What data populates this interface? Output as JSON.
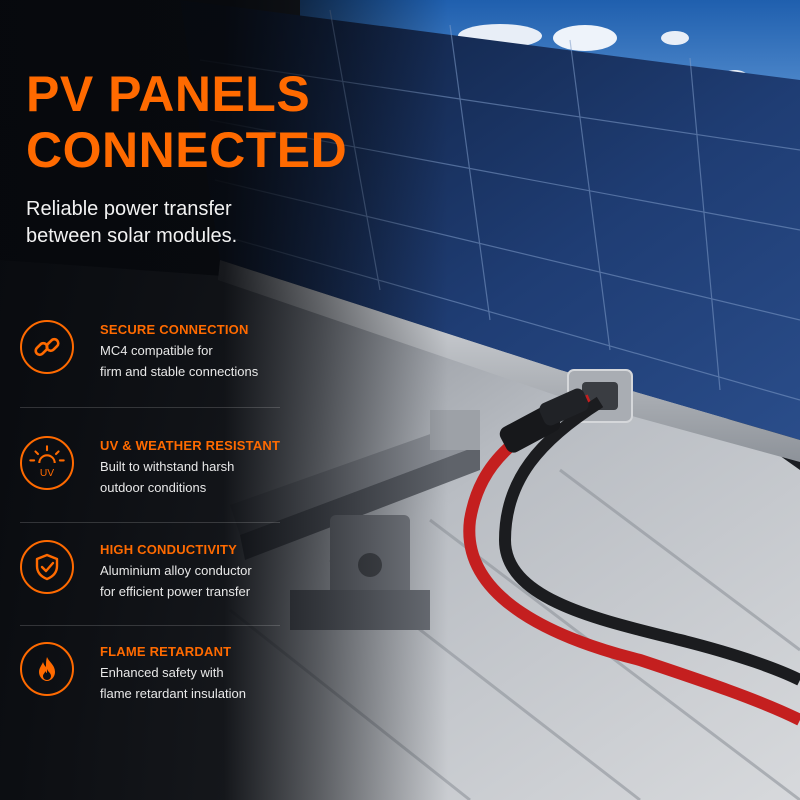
{
  "headline": {
    "line1": "PV PANELS",
    "line2": "CONNECTED"
  },
  "subtitle": {
    "line1": "Reliable power transfer",
    "line2": "between solar modules."
  },
  "features": [
    {
      "title": "SECURE CONNECTION",
      "line1": "MC4 compatible for",
      "line2": "firm and stable connections",
      "icon": "chain-link-icon"
    },
    {
      "title": "UV & WEATHER RESISTANT",
      "line1": "Built to withstand harsh",
      "line2": "outdoor conditions",
      "icon": "sun-uv-icon",
      "icon_text": "UV"
    },
    {
      "title": "HIGH CONDUCTIVITY",
      "line1": "Aluminium alloy conductor",
      "line2": "for efficient power transfer",
      "icon": "shield-check-icon"
    },
    {
      "title": "FLAME RETARDANT",
      "line1": "Enhanced safety with",
      "line2": "flame retardant insulation",
      "icon": "flame-icon"
    }
  ],
  "colors": {
    "accent": "#ff6a00",
    "background": "#0b0f16",
    "text": "#f2f2f2"
  }
}
